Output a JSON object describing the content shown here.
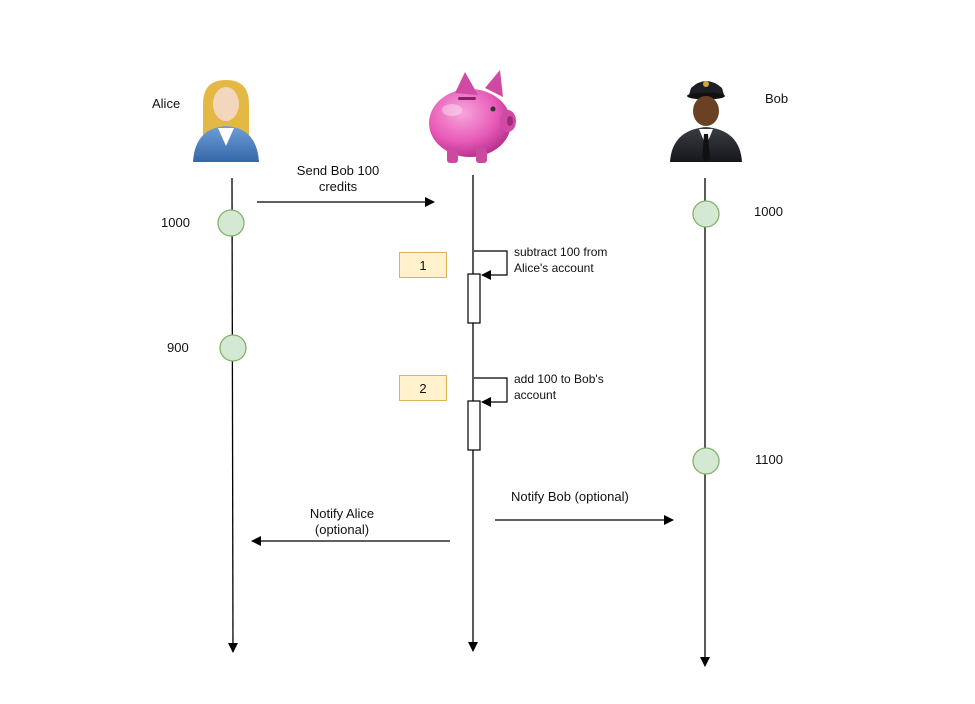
{
  "actors": {
    "alice": {
      "name": "Alice"
    },
    "bank": {
      "name": ""
    },
    "bob": {
      "name": "Bob"
    }
  },
  "balances": {
    "alice_start": "1000",
    "alice_end": "900",
    "bob_start": "1000",
    "bob_end": "1100"
  },
  "messages": {
    "send": "Send Bob 100 credits",
    "notify_alice": "Notify Alice (optional)",
    "notify_bob": "Notify Bob (optional)"
  },
  "steps": [
    {
      "number": "1",
      "text": "subtract 100 from Alice's account"
    },
    {
      "number": "2",
      "text": "add 100 to Bob's account"
    }
  ],
  "colors": {
    "state_fill": "#d5e8d4",
    "state_stroke": "#82b366",
    "badge_fill": "#fff2cc",
    "badge_stroke": "#d6b656",
    "piggy": "#e85bb8"
  }
}
